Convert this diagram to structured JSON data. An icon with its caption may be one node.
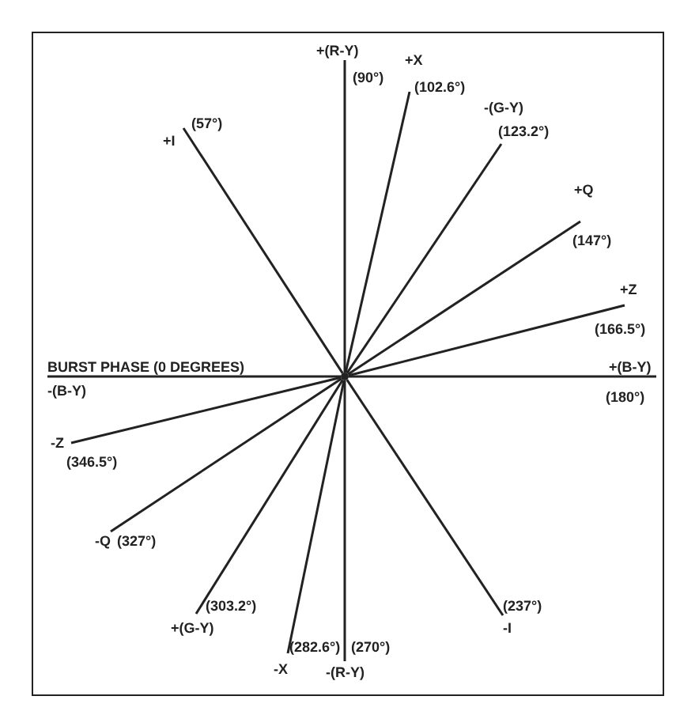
{
  "diagram": {
    "nodes": [
      {
        "text": [],
        "shape": "circle"
      },
      {
        "text": [
          "+I",
          "(57°)"
        ]
      },
      {
        "text": [
          "+(R-Y)",
          "(90°)"
        ]
      },
      {
        "text": [
          "+X",
          "(102.6°)"
        ]
      },
      {
        "text": [
          "-(G-Y)",
          "(123.2°)"
        ]
      },
      {
        "text": [
          "+Q",
          "(147°)"
        ]
      },
      {
        "text": [
          "+Z",
          "(166.5°)"
        ]
      },
      {
        "text": [
          "BURST PHASE (0 DEGREES)",
          "-(B-Y)"
        ]
      },
      {
        "text": [
          "+(B-Y)",
          "(180°)"
        ]
      },
      {
        "text": [
          "-Z",
          "(346.5°)"
        ]
      },
      {
        "text": [
          "-Q",
          "(327°)"
        ]
      },
      {
        "text": [
          "(303.2°)",
          "+(G-Y)"
        ]
      },
      {
        "text": [
          "(237°)",
          "-I"
        ]
      },
      {
        "text": [
          "(282.6°)",
          "-X"
        ]
      },
      {
        "text": [
          "(270°)",
          "-(R-Y)"
        ]
      }
    ],
    "edges": [
      {
        "from": 0,
        "to": 1,
        "arrow": "none"
      },
      {
        "from": 0,
        "to": 2,
        "arrow": "none"
      },
      {
        "from": 0,
        "to": 3,
        "arrow": "none"
      },
      {
        "from": 0,
        "to": 4,
        "arrow": "none"
      },
      {
        "from": 0,
        "to": 5,
        "arrow": "none"
      },
      {
        "from": 0,
        "to": 6,
        "arrow": "none"
      },
      {
        "from": 0,
        "to": 7,
        "arrow": "none"
      },
      {
        "from": 0,
        "to": 8,
        "arrow": "none"
      },
      {
        "from": 0,
        "to": 9,
        "arrow": "none"
      },
      {
        "from": 0,
        "to": 10,
        "arrow": "none"
      },
      {
        "from": 0,
        "to": 11,
        "arrow": "none"
      },
      {
        "from": 0,
        "to": 12,
        "arrow": "none"
      },
      {
        "from": 0,
        "to": 13,
        "arrow": "none"
      },
      {
        "from": 0,
        "to": 14,
        "arrow": "none"
      }
    ]
  }
}
